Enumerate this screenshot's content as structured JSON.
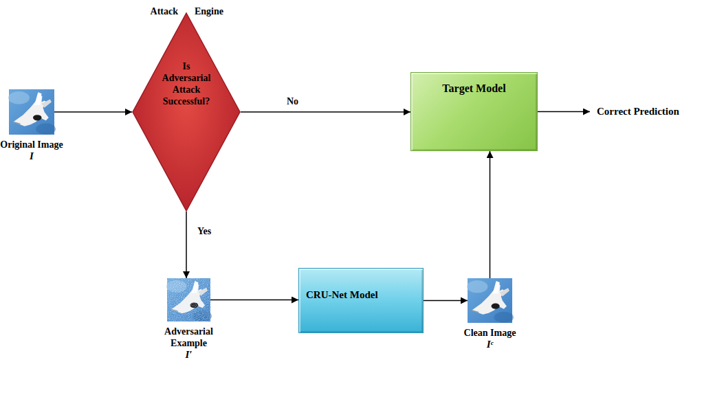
{
  "diagram": {
    "nodes": [
      {
        "text": [
          "Original Image",
          "I"
        ]
      },
      {
        "text": [
          "Attack",
          "Engine",
          "Is Adversarial Attack Successful?"
        ]
      },
      {
        "text": [
          "Target Model"
        ]
      },
      {
        "text": [
          "Adversarial Example",
          "I′"
        ]
      },
      {
        "text": [
          "CRU-Net Model"
        ]
      },
      {
        "text": [
          "Clean Image",
          "Iᶜ"
        ]
      }
    ],
    "edges": [
      {
        "from": 0,
        "to": 1,
        "arrow": "to"
      },
      {
        "from": 1,
        "to": 2,
        "label": "No",
        "arrow": "to"
      },
      {
        "from": 1,
        "to": 3,
        "label": "Yes",
        "arrow": "to"
      },
      {
        "from": 3,
        "to": 4,
        "arrow": "to"
      },
      {
        "from": 4,
        "to": 5,
        "arrow": "to"
      },
      {
        "from": 5,
        "to": 2,
        "arrow": "to"
      }
    ],
    "labels": [
      "Correct Prediction"
    ]
  }
}
